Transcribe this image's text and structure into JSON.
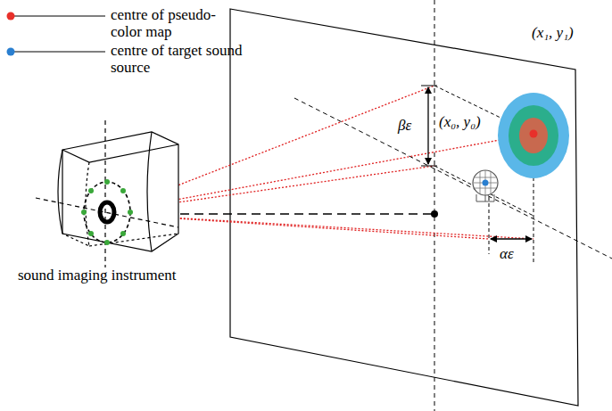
{
  "diagram": {
    "labels": [
      "(x₁, y₁)",
      "(x₀, y₀)",
      "βε",
      "αε",
      "sound imaging instrument"
    ],
    "legend": [
      {
        "text": "centre of pseudo-color map",
        "color": "#e8302a"
      },
      {
        "text": "centre of target sound source",
        "color": "#2a7fd0"
      }
    ]
  }
}
